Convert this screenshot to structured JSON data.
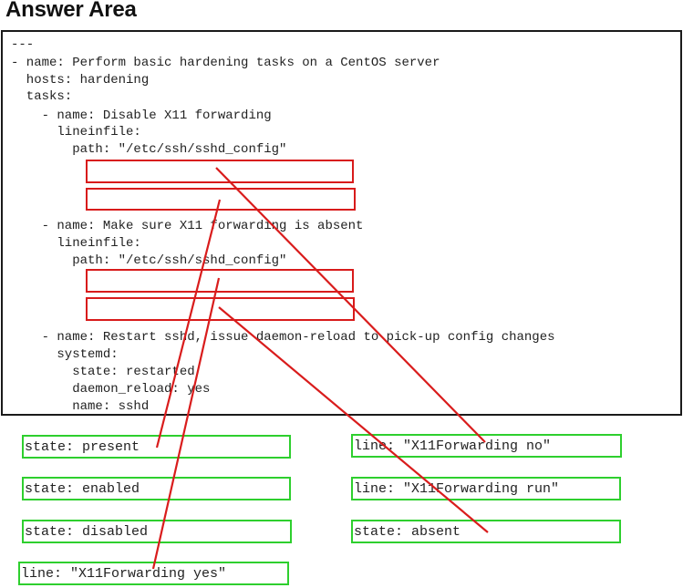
{
  "title": "Answer Area",
  "code_lines": [
    "---",
    "- name: Perform basic hardening tasks on a CentOS server",
    "  hosts: hardening",
    "  tasks:",
    "    - name: Disable X11 forwarding",
    "      lineinfile:",
    "        path: \"/etc/ssh/sshd_config\"",
    "    - name: Make sure X11 forwarding is absent",
    "      lineinfile:",
    "        path: \"/etc/ssh/sshd_config\"",
    "    - name: Restart sshd, issue daemon-reload to pick-up config changes",
    "      systemd:",
    "        state: restarted",
    "        daemon_reload: yes",
    "        name: sshd"
  ],
  "options": {
    "left": [
      "state: present",
      "state: enabled",
      "state: disabled",
      "line: \"X11Forwarding yes\""
    ],
    "right": [
      "line: \"X11Forwarding no\"",
      "line: \"X11Forwarding run\"",
      "state: absent"
    ]
  },
  "colors": {
    "drop_target_border": "#d81b1b",
    "option_border": "#2ecf2e",
    "connector": "#d91c1c",
    "panel_border": "#1a1a1a"
  }
}
